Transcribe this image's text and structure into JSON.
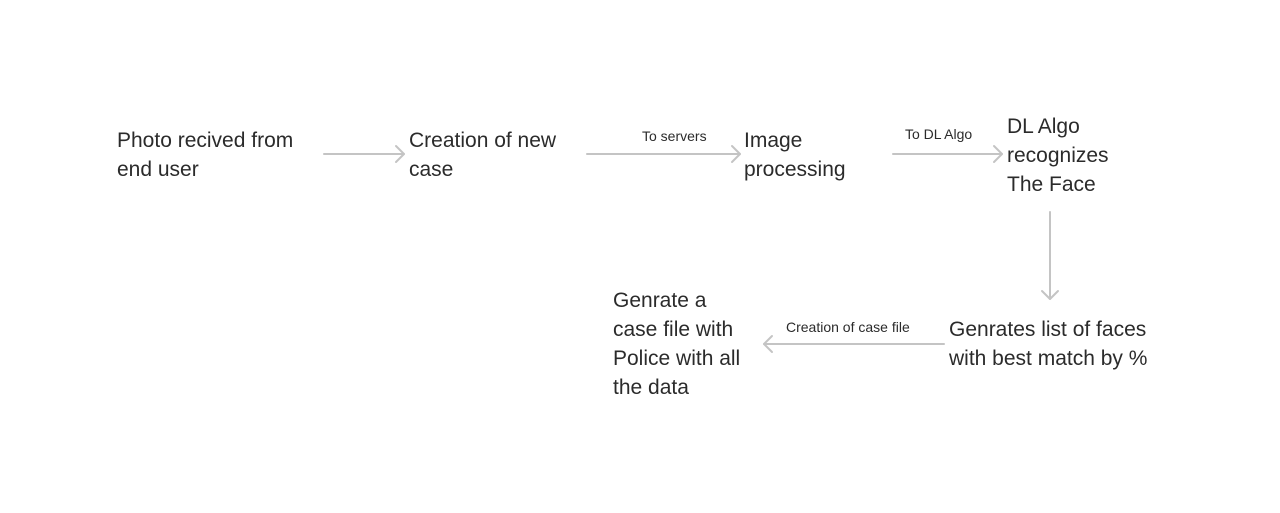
{
  "nodes": {
    "photo_received": "Photo recived from\nend user",
    "creation_new_case": "Creation of new\ncase",
    "image_processing": "Image\nprocessing",
    "dl_algo": "DL Algo\nrecognizes\nThe Face",
    "list_of_faces": "Genrates list of faces\nwith best match by %",
    "case_file": "Genrate a\ncase file with\nPolice with all\nthe data"
  },
  "edges": {
    "to_servers": "To servers",
    "to_dl_algo": "To DL Algo",
    "creation_of_case_file": "Creation of case file"
  }
}
